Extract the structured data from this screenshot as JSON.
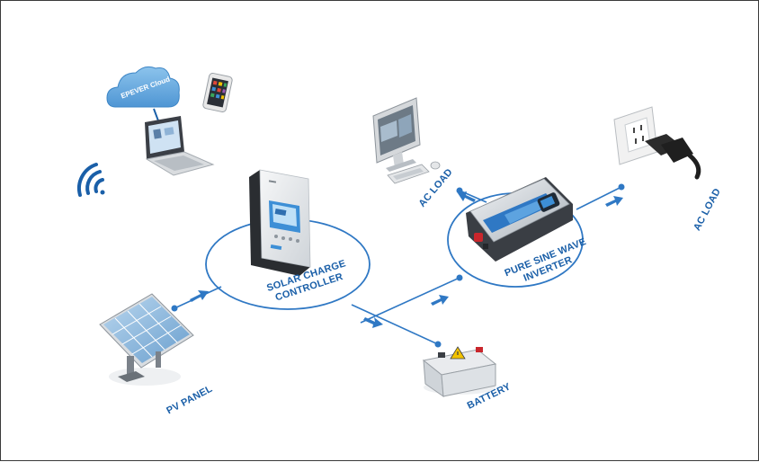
{
  "labels": {
    "cloud": "EPEVER Cloud",
    "controller_line1": "SOLAR CHARGE",
    "controller_line2": "CONTROLLER",
    "inverter_line1": "PURE SINE WAVE",
    "inverter_line2": "INVERTER",
    "ac_load_monitor": "AC LOAD",
    "ac_load_plug": "AC LOAD",
    "pv_panel": "PV PANEL",
    "battery": "BATTERY"
  },
  "colors": {
    "accent": "#1a5fa8",
    "line": "#2f78c4",
    "screen": "#3d8fd6",
    "device": "#e9ecef",
    "dark": "#2b2b2b",
    "red": "#c9262c",
    "warning": "#f2c200"
  },
  "icons": [
    "cloud-icon",
    "tablet-icon",
    "laptop-icon",
    "wifi-icon",
    "monitor-icon",
    "keyboard-icon",
    "mouse-icon",
    "charge-controller-icon",
    "inverter-icon",
    "wall-outlet-icon",
    "plug-icon",
    "solar-panel-icon",
    "battery-icon",
    "arrow-icon"
  ]
}
